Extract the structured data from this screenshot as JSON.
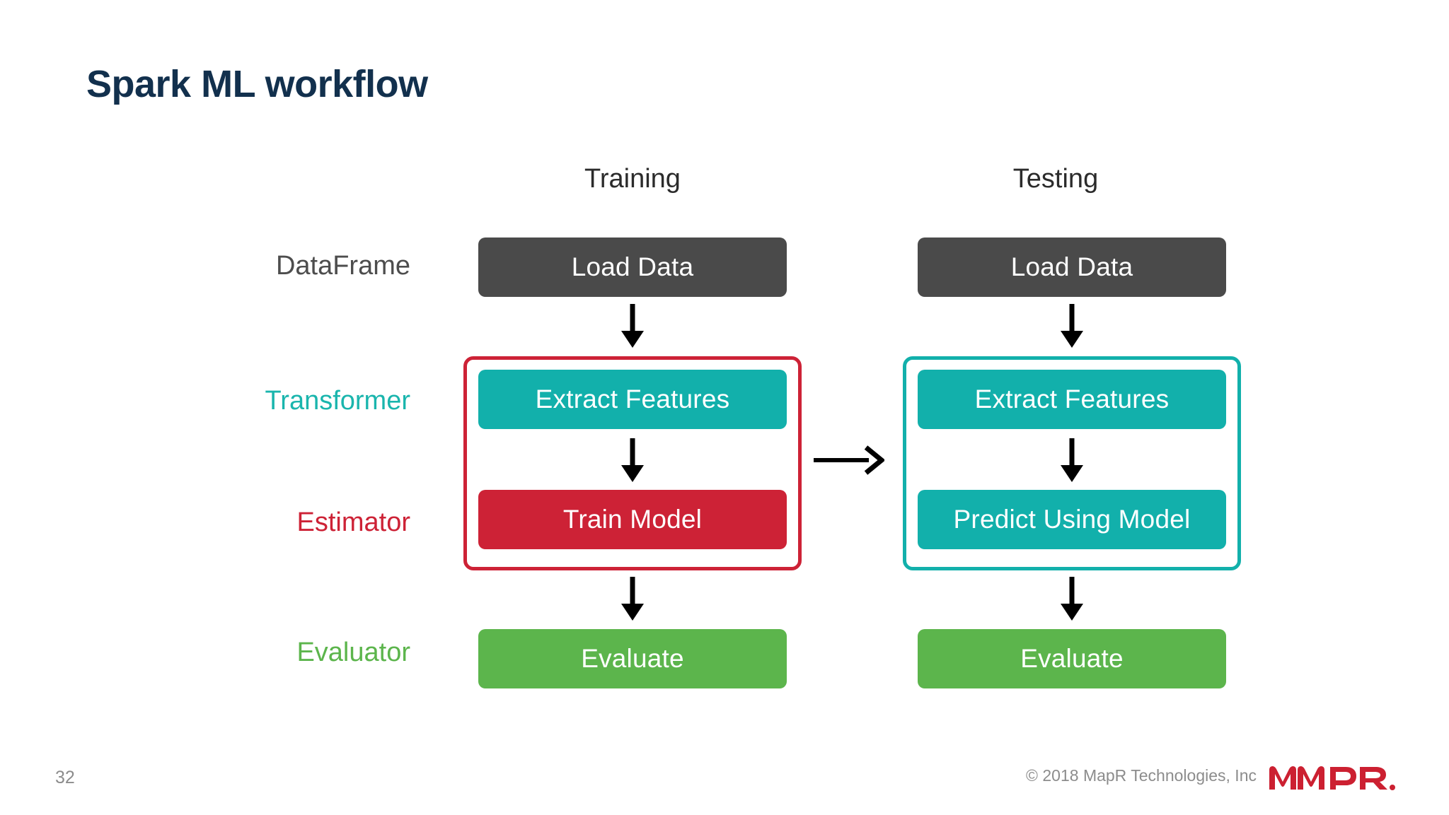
{
  "slide": {
    "title": "Spark ML workflow",
    "page_number": "32"
  },
  "columns": {
    "training_header": "Training",
    "testing_header": "Testing"
  },
  "row_labels": [
    {
      "label": "DataFrame",
      "color": "#4d4d4d"
    },
    {
      "label": "Transformer",
      "color": "#1ab5ad"
    },
    {
      "label": "Estimator",
      "color": "#cd2236"
    },
    {
      "label": "Evaluator",
      "color": "#5cb54c"
    }
  ],
  "training_column": {
    "load_data": "Load Data",
    "extract_features": "Extract Features",
    "train_model": "Train Model",
    "evaluate": "Evaluate",
    "group_border_color": "#cd2236"
  },
  "testing_column": {
    "load_data": "Load Data",
    "extract_features": "Extract Features",
    "predict_using_model": "Predict Using Model",
    "evaluate": "Evaluate",
    "group_border_color": "#12b0ab"
  },
  "colors": {
    "title": "#12304d",
    "dark_box": "#4a4a4a",
    "teal_box": "#12b0ab",
    "red_box": "#cd2236",
    "green_box": "#5cb54c",
    "arrow": "#000000",
    "logo_red": "#cc2031"
  },
  "footer": {
    "copyright": "© 2018 MapR Technologies, Inc",
    "logo_text": "MAPR."
  }
}
